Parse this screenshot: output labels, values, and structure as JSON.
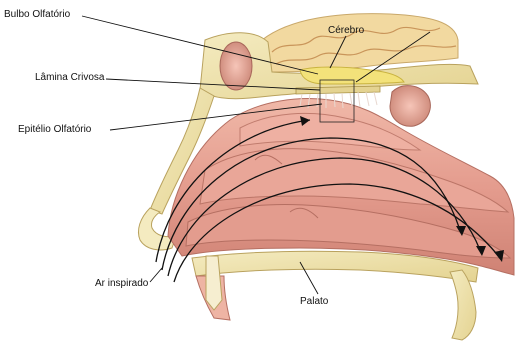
{
  "labels": {
    "bulbo_olfatorio": "Bulbo Olfatório",
    "cerebro": "Cérebro",
    "lamina_crivosa": "Lâmina Crivosa",
    "epitelio_olfatorio": "Epitélio Olfatório",
    "ar_inspirado": "Ar inspirado",
    "palato": "Palato"
  },
  "colors": {
    "flesh": "#e8a89a",
    "flesh_shadow": "#c97a70",
    "bone": "#efe2a8",
    "brain": "#f2d9a0",
    "olfactory_bulb": "#f3e27a",
    "leader_line": "#111111"
  }
}
